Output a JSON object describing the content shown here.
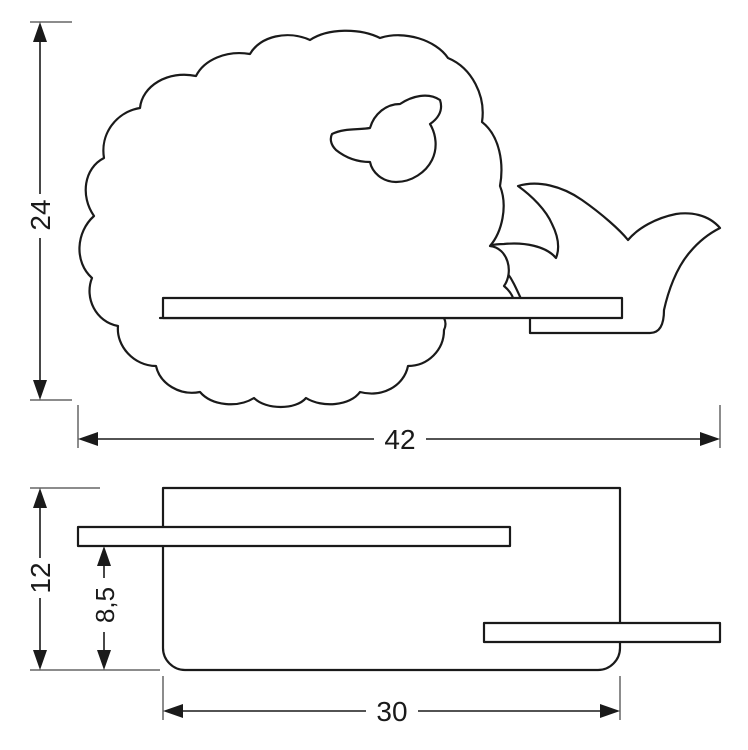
{
  "front_view": {
    "height_label": "24",
    "width_label": "42"
  },
  "side_view": {
    "height_label": "12",
    "shelf_height_label": "8,5",
    "depth_label": "30"
  },
  "colors": {
    "line": "#1a1a1a",
    "fill": "#ffffff"
  }
}
